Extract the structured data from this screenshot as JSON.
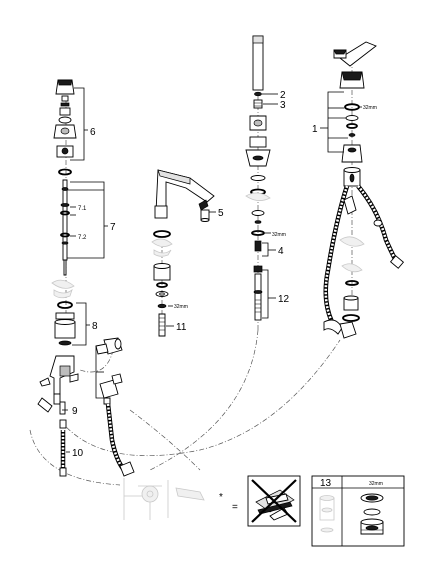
{
  "diagram": {
    "labels": {
      "p1": "1",
      "p2": "2",
      "p3": "3",
      "p4": "4",
      "p5": "5",
      "p6": "6",
      "p7": "7",
      "p7_1": "7.1",
      "p7_2": "7.2",
      "p8": "8",
      "p9": "9",
      "p10": "10",
      "p11": "11",
      "p12": "12",
      "p13": "13"
    },
    "dimensions": {
      "size_1": "32mm",
      "size_4": "32mm",
      "size_11": "32mm",
      "size_13": "32mm"
    },
    "symbols": {
      "asterisk": "*",
      "equals": "="
    },
    "icons": [
      "wrench-prohibited-icon",
      "faucet-installation-icon",
      "seal-kit-icon",
      "aerator-icon"
    ]
  }
}
